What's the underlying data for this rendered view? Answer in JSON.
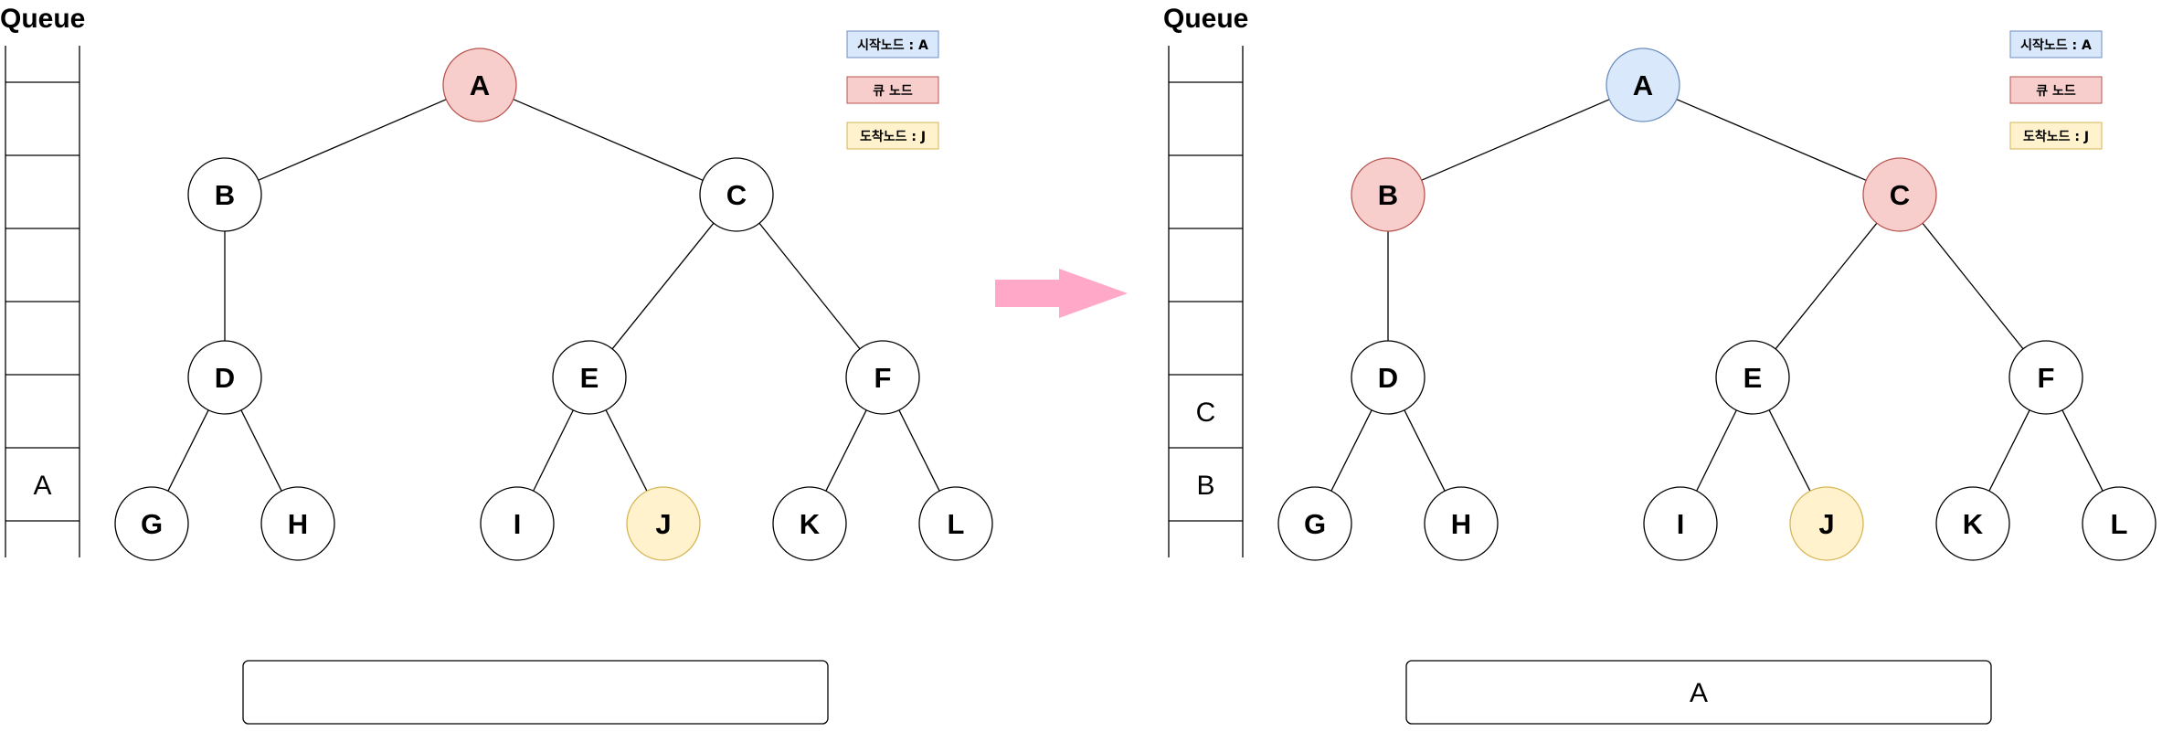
{
  "colors": {
    "start_fill": "#dae8fc",
    "start_stroke": "#6c8ebf",
    "queue_fill": "#f8cecc",
    "queue_stroke": "#b85450",
    "goal_fill": "#fff2cc",
    "goal_stroke": "#d6b656",
    "arrow": "#ffa8c8",
    "line": "#000000"
  },
  "nodes": {
    "A": "A",
    "B": "B",
    "C": "C",
    "D": "D",
    "E": "E",
    "F": "F",
    "G": "G",
    "H": "H",
    "I": "I",
    "J": "J",
    "K": "K",
    "L": "L"
  },
  "edges": [
    [
      "A",
      "B"
    ],
    [
      "A",
      "C"
    ],
    [
      "B",
      "D"
    ],
    [
      "C",
      "E"
    ],
    [
      "C",
      "F"
    ],
    [
      "D",
      "G"
    ],
    [
      "D",
      "H"
    ],
    [
      "E",
      "I"
    ],
    [
      "E",
      "J"
    ],
    [
      "F",
      "K"
    ],
    [
      "F",
      "L"
    ]
  ],
  "legend": {
    "start": "시작노드 : A",
    "queue": "큐 노드",
    "goal": "도착노드 : J"
  },
  "panels": [
    {
      "queue_title": "Queue",
      "queue_items": [
        "A"
      ],
      "visited": "",
      "node_states": {
        "A": "queue",
        "J": "goal"
      }
    },
    {
      "queue_title": "Queue",
      "queue_items": [
        "B",
        "C"
      ],
      "visited": "A",
      "node_states": {
        "A": "start",
        "B": "queue",
        "C": "queue",
        "J": "goal"
      }
    }
  ]
}
